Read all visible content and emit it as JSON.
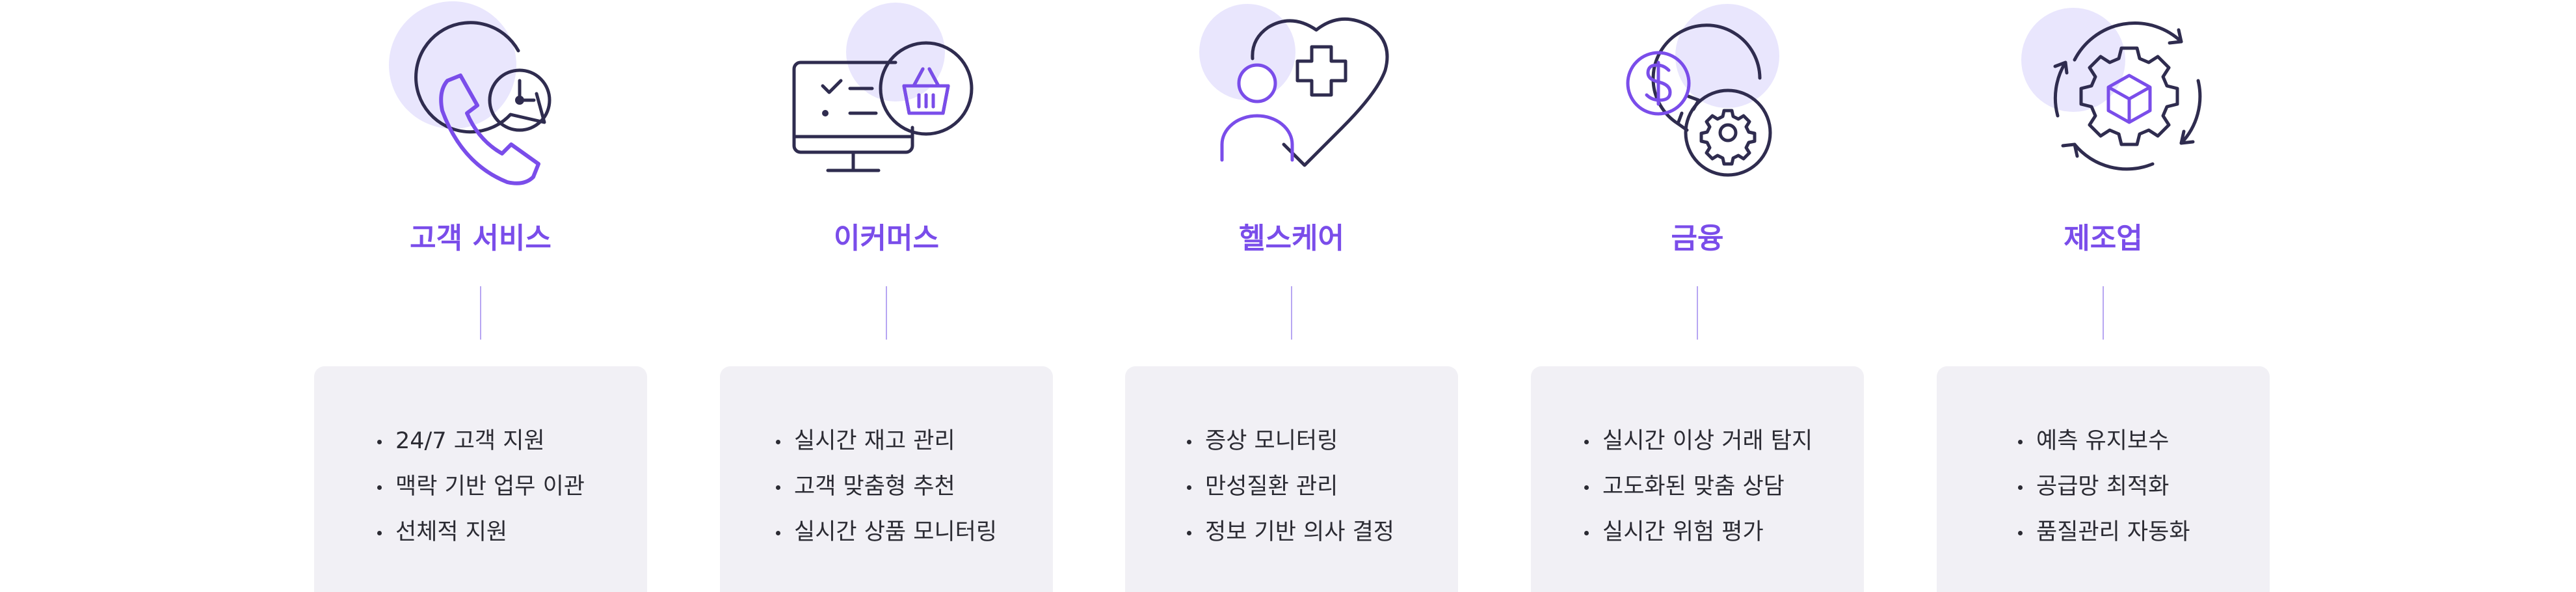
{
  "colors": {
    "accent": "#7a4dea",
    "icon_stroke": "#2f2c4f",
    "icon_circle": "#e9e6fd",
    "connector": "#b7a6f2",
    "card_bg": "#f1f0f5",
    "text": "#2b2b33"
  },
  "industries": [
    {
      "icon": "phone-clock-chat-icon",
      "title": "고객 서비스",
      "items": [
        "24/7 고객 지원",
        "맥락 기반 업무 이관",
        "선체적 지원"
      ]
    },
    {
      "icon": "monitor-basket-icon",
      "title": "이커머스",
      "items": [
        "실시간 재고 관리",
        "고객 맞춤형 추천",
        "실시간 상품 모니터링"
      ]
    },
    {
      "icon": "person-heart-plus-icon",
      "title": "헬스케어",
      "items": [
        "증상 모니터링",
        "만성질환 관리",
        "정보 기반 의사 결정"
      ]
    },
    {
      "icon": "dollar-gear-cycle-icon",
      "title": "금융",
      "items": [
        "실시간 이상 거래 탐지",
        "고도화된 맞춤 상담",
        "실시간 위험 평가"
      ]
    },
    {
      "icon": "gear-cube-cycle-icon",
      "title": "제조업",
      "items": [
        "예측 유지보수",
        "공급망 최적화",
        "품질관리 자동화"
      ]
    }
  ]
}
